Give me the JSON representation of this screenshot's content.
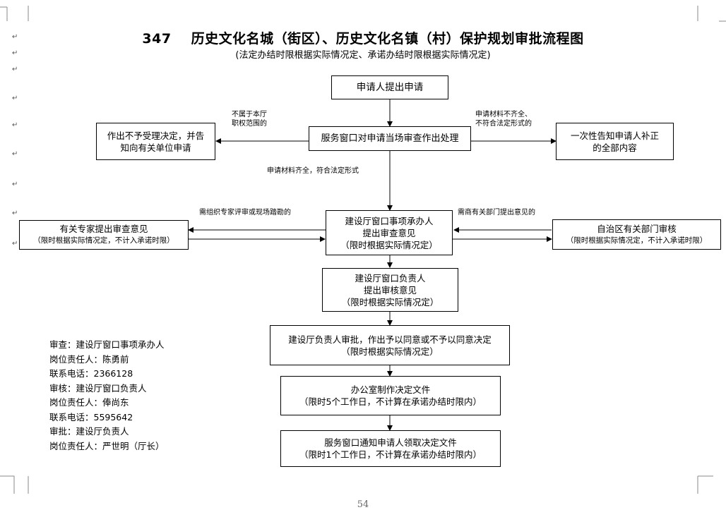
{
  "header": {
    "number": "347",
    "title": "历史文化名城（街区）、历史文化名镇（村）保护规划审批流程图",
    "subtitle": "(法定办结时限根据实际情况定、承诺办结时限根据实际情况定)"
  },
  "nodes": {
    "apply": [
      "申请人提出申请"
    ],
    "window_review": [
      "服务窗口对申请当场审查作出处理"
    ],
    "reject": [
      "作出不予受理决定，并告",
      "知向有关单位申请"
    ],
    "supplement": [
      "一次性告知申请人补正",
      "的全部内容"
    ],
    "handler": [
      "建设厅窗口事项承办人",
      "提出审查意见",
      "（限时根据实际情况定）"
    ],
    "expert": [
      "有关专家提出审查意见",
      "（限时根据实际情况定，不计入承诺时限）"
    ],
    "region": [
      "自治区有关部门审核",
      "（限时根据实际情况定，不计入承诺时限）"
    ],
    "chief_review": [
      "建设厅窗口负责人",
      "提出审核意见",
      "（限时根据实际情况定）"
    ],
    "approve": [
      "建设厅负责人审批，作出予以同意或不予以同意决定",
      "（限时根据实际情况定）"
    ],
    "office_doc": [
      "办公室制作决定文件",
      "（限时5个工作日，不计算在承诺办结时限内）"
    ],
    "notify": [
      "服务窗口通知申请人领取决定文件",
      "（限时1个工作日，不计算在承诺办结时限内）"
    ]
  },
  "edge_labels": {
    "not_in_scope": [
      "不属于本厅",
      "职权范围的"
    ],
    "incomplete": [
      "申请材料不齐全、",
      "不符合法定形式的"
    ],
    "complete": [
      "申请材料齐全，符合法定形式"
    ],
    "need_expert": [
      "需组织专家评审或现场踏勘的"
    ],
    "need_dept": [
      "需商有关部门提出意见的"
    ]
  },
  "contacts": [
    "审查：建设厅窗口事项承办人",
    "岗位责任人：陈勇前",
    "联系电话：2366128",
    "审核：建设厅窗口负责人",
    "岗位责任人：俸尚东",
    "联系电话：5595642",
    "审批：建设厅负责人",
    "岗位责任人：严世明（厅长）"
  ],
  "page_number": "54"
}
